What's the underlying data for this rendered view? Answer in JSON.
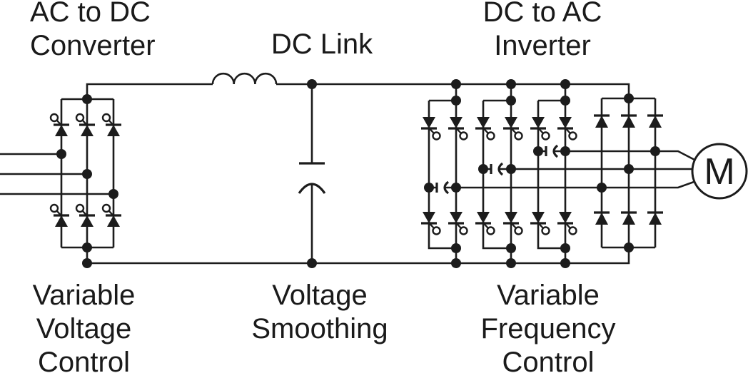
{
  "labels": {
    "converter": {
      "line1": "AC to DC",
      "line2": "Converter"
    },
    "dc_link": {
      "line1": "DC Link"
    },
    "inverter": {
      "line1": "DC to AC",
      "line2": "Inverter"
    },
    "variable_voltage_control": {
      "line1": "Variable",
      "line2": "Voltage",
      "line3": "Control"
    },
    "voltage_smoothing": {
      "line1": "Voltage",
      "line2": "Smoothing"
    },
    "variable_frequency_control": {
      "line1": "Variable",
      "line2": "Frequency",
      "line3": "Control"
    }
  },
  "motor": {
    "label": "M"
  },
  "colors": {
    "line": "#1c1c1c",
    "text": "#1a1a1a",
    "background": "#ffffff"
  },
  "components": {
    "converter_section": "three-phase-thyristor-rectifier-bridge",
    "dc_link_section": [
      "smoothing-inductor",
      "smoothing-capacitor"
    ],
    "inverter_section": "thyristor-inverter-with-commutation-capacitors",
    "diode_section": "feedback-diode-bank",
    "load": "ac-motor"
  }
}
